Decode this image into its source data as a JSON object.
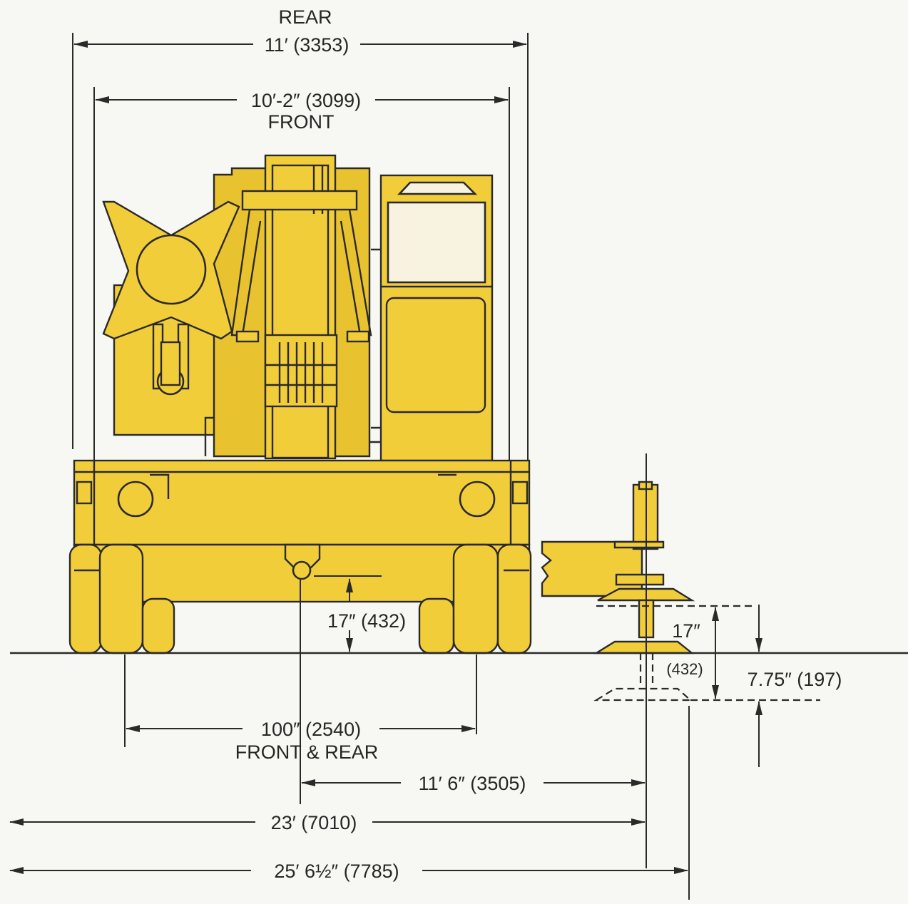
{
  "colors": {
    "machine_yellow": "#f2cd3a",
    "ink": "#2a2a2a",
    "paper": "#f7f7f3"
  },
  "labels": {
    "rear_title": "REAR",
    "rear_width": "11′ (3353)",
    "front_width": "10′-2″ (3099)",
    "front_title": "FRONT",
    "ground_clearance": "17″ (432)",
    "outrigger_travel": "17″",
    "outrigger_travel_mm": "(432)",
    "outrigger_below_ground": "7.75″ (197)",
    "wheel_track": "100″ (2540)",
    "wheel_track_note": "FRONT & REAR",
    "outrigger_spread_half": "11′ 6″ (3505)",
    "outrigger_spread_center": "23′ (7010)",
    "outrigger_spread_max": "25′ 6½″ (7785)"
  }
}
